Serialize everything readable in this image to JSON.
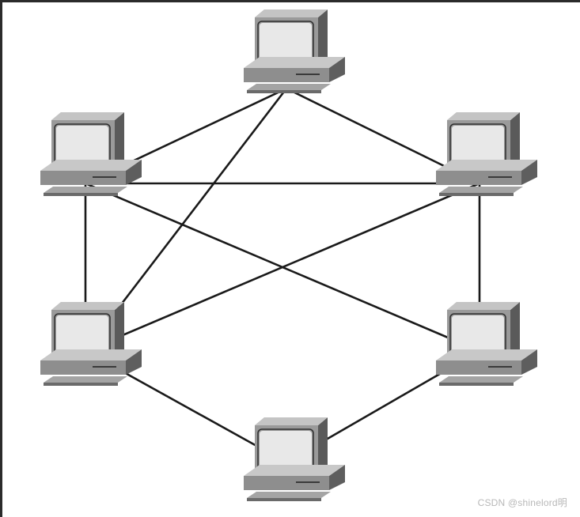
{
  "diagram": {
    "nodes": [
      {
        "id": "pc-top",
        "icon": "desktop-computer-icon"
      },
      {
        "id": "pc-upper-left",
        "icon": "desktop-computer-icon"
      },
      {
        "id": "pc-upper-right",
        "icon": "desktop-computer-icon"
      },
      {
        "id": "pc-lower-left",
        "icon": "desktop-computer-icon"
      },
      {
        "id": "pc-lower-right",
        "icon": "desktop-computer-icon"
      },
      {
        "id": "pc-bottom",
        "icon": "desktop-computer-icon"
      }
    ],
    "links": [
      [
        "pc-top",
        "pc-upper-left"
      ],
      [
        "pc-top",
        "pc-upper-right"
      ],
      [
        "pc-top",
        "pc-lower-left"
      ],
      [
        "pc-upper-left",
        "pc-upper-right"
      ],
      [
        "pc-upper-left",
        "pc-lower-left"
      ],
      [
        "pc-upper-left",
        "pc-lower-right"
      ],
      [
        "pc-upper-right",
        "pc-lower-left"
      ],
      [
        "pc-upper-right",
        "pc-lower-right"
      ],
      [
        "pc-lower-left",
        "pc-bottom"
      ],
      [
        "pc-lower-right",
        "pc-bottom"
      ]
    ],
    "colors": {
      "link": "#1a1a1a",
      "screen": "#e8e8e8",
      "monitor_front": "#9a9a9a",
      "monitor_side": "#5a5a5a",
      "monitor_top": "#c4c4c4",
      "base_front": "#8e8e8e",
      "base_top": "#c8c8c8",
      "keyboard": "#a4a4a4"
    }
  },
  "watermark": {
    "text": "CSDN @shinelord明"
  }
}
